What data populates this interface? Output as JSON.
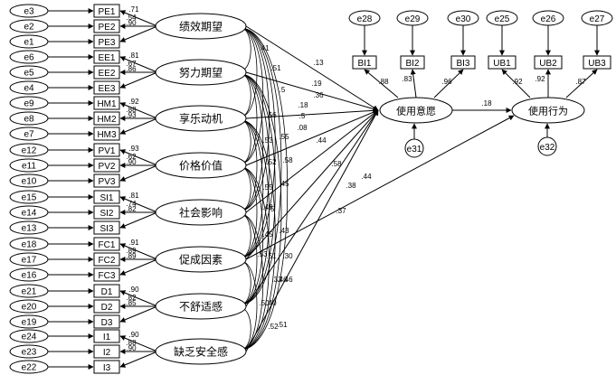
{
  "errors_left": [
    "e3",
    "e2",
    "e1",
    "e6",
    "e5",
    "e4",
    "e9",
    "e8",
    "e7",
    "e12",
    "e11",
    "e10",
    "e15",
    "e14",
    "e13",
    "e18",
    "e17",
    "e16",
    "e21",
    "e20",
    "e19",
    "e24",
    "e23",
    "e22"
  ],
  "indicators_left": [
    "PE1",
    "PE2",
    "PE3",
    "EE1",
    "EE2",
    "EE3",
    "HM1",
    "HM2",
    "HM3",
    "PV1",
    "PV2",
    "PV3",
    "SI1",
    "SI2",
    "SI3",
    "FC1",
    "FC2",
    "FC3",
    "D1",
    "D2",
    "D3",
    "I1",
    "I2",
    "I3"
  ],
  "latents": [
    "绩效期望",
    "努力期望",
    "享乐动机",
    "价格价值",
    "社会影响",
    "促成因素",
    "不舒适感",
    "缺乏安全感"
  ],
  "loadings": [
    [
      ".71",
      ".54",
      ".90"
    ],
    [
      ".81",
      ".67",
      ".86"
    ],
    [
      ".92",
      ".88",
      ".93"
    ],
    [
      ".93",
      ".62",
      ".90"
    ],
    [
      ".81",
      ".74",
      ".82"
    ],
    [
      ".91",
      ".89",
      ".89"
    ],
    [
      ".90",
      ".82",
      ".85"
    ],
    [
      ".90",
      ".88",
      ".90"
    ]
  ],
  "intention": {
    "label": "使用意愿",
    "error": "e31"
  },
  "behavior": {
    "label": "使用行为",
    "error": "e32"
  },
  "bi_indicators": [
    "BI1",
    "BI2",
    "BI3"
  ],
  "bi_errors": [
    "e28",
    "e29",
    "e30"
  ],
  "bi_loadings": [
    ".88",
    ".83",
    ".96"
  ],
  "ub_indicators": [
    "UB1",
    "UB2",
    "UB3"
  ],
  "ub_errors": [
    "e25",
    "e26",
    "e27"
  ],
  "ub_loadings": [
    ".92",
    ".92",
    ".87"
  ],
  "paths_to_intention": [
    ".13",
    ".19",
    ".36",
    ".18",
    ".5",
    ".08",
    ".44",
    ".58"
  ],
  "path_intention_behavior": ".18",
  "path_to_behavior": ".44",
  "path_extra": ".38",
  "path_extra2": ".37",
  "covariance_labels": [
    ".51",
    ".5",
    ".56",
    ".55",
    ".52",
    ".45",
    ".5",
    ".43",
    ".51",
    ".46",
    ".40",
    ".51",
    ".41",
    ".53",
    ".55",
    ".45",
    ".30",
    ".46",
    ".33",
    ".50",
    ".52",
    ".53",
    ".48",
    ".58"
  ]
}
